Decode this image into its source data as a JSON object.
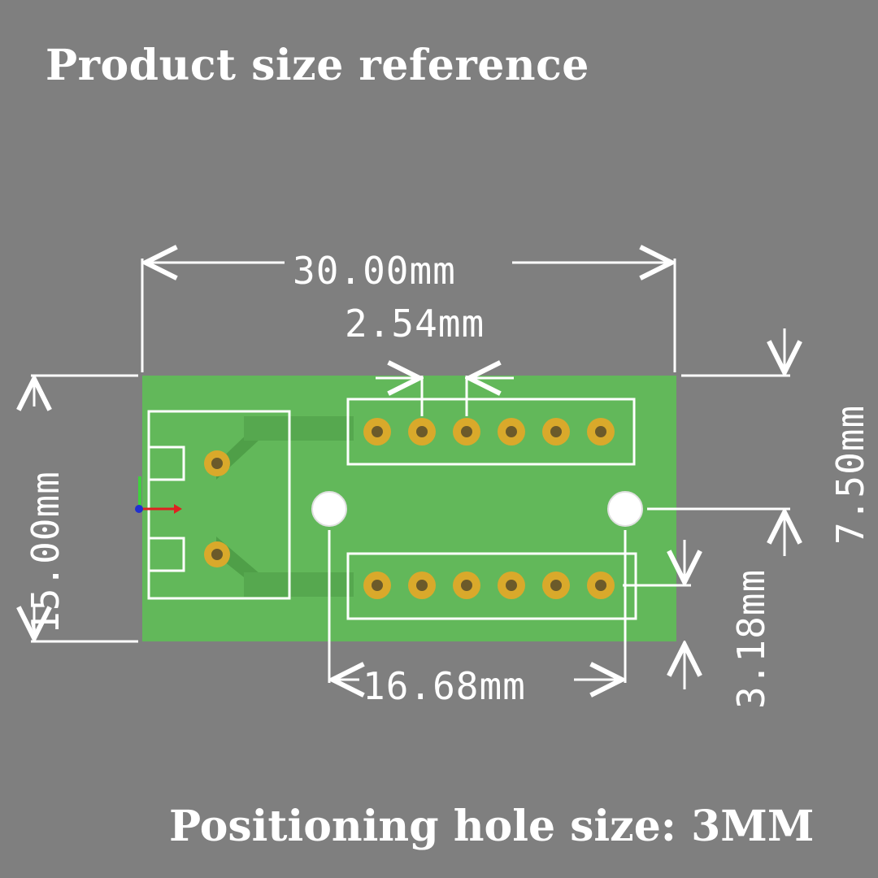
{
  "header": {
    "title": "Product size reference"
  },
  "footer": {
    "note": "Positioning hole size: 3MM"
  },
  "dimensions": {
    "width": "30.00mm",
    "pitch": "2.54mm",
    "height": "15.00mm",
    "hole_offset": "7.50mm",
    "hole_spacing": "16.68mm",
    "edge_offset": "3.18mm"
  },
  "colors": {
    "background": "#7f7f7f",
    "board": "#62b85a",
    "trace": "#4f9f48",
    "pad": "#d9a92b",
    "silkscreen": "#ffffff",
    "dimension_line": "#ffffff"
  }
}
